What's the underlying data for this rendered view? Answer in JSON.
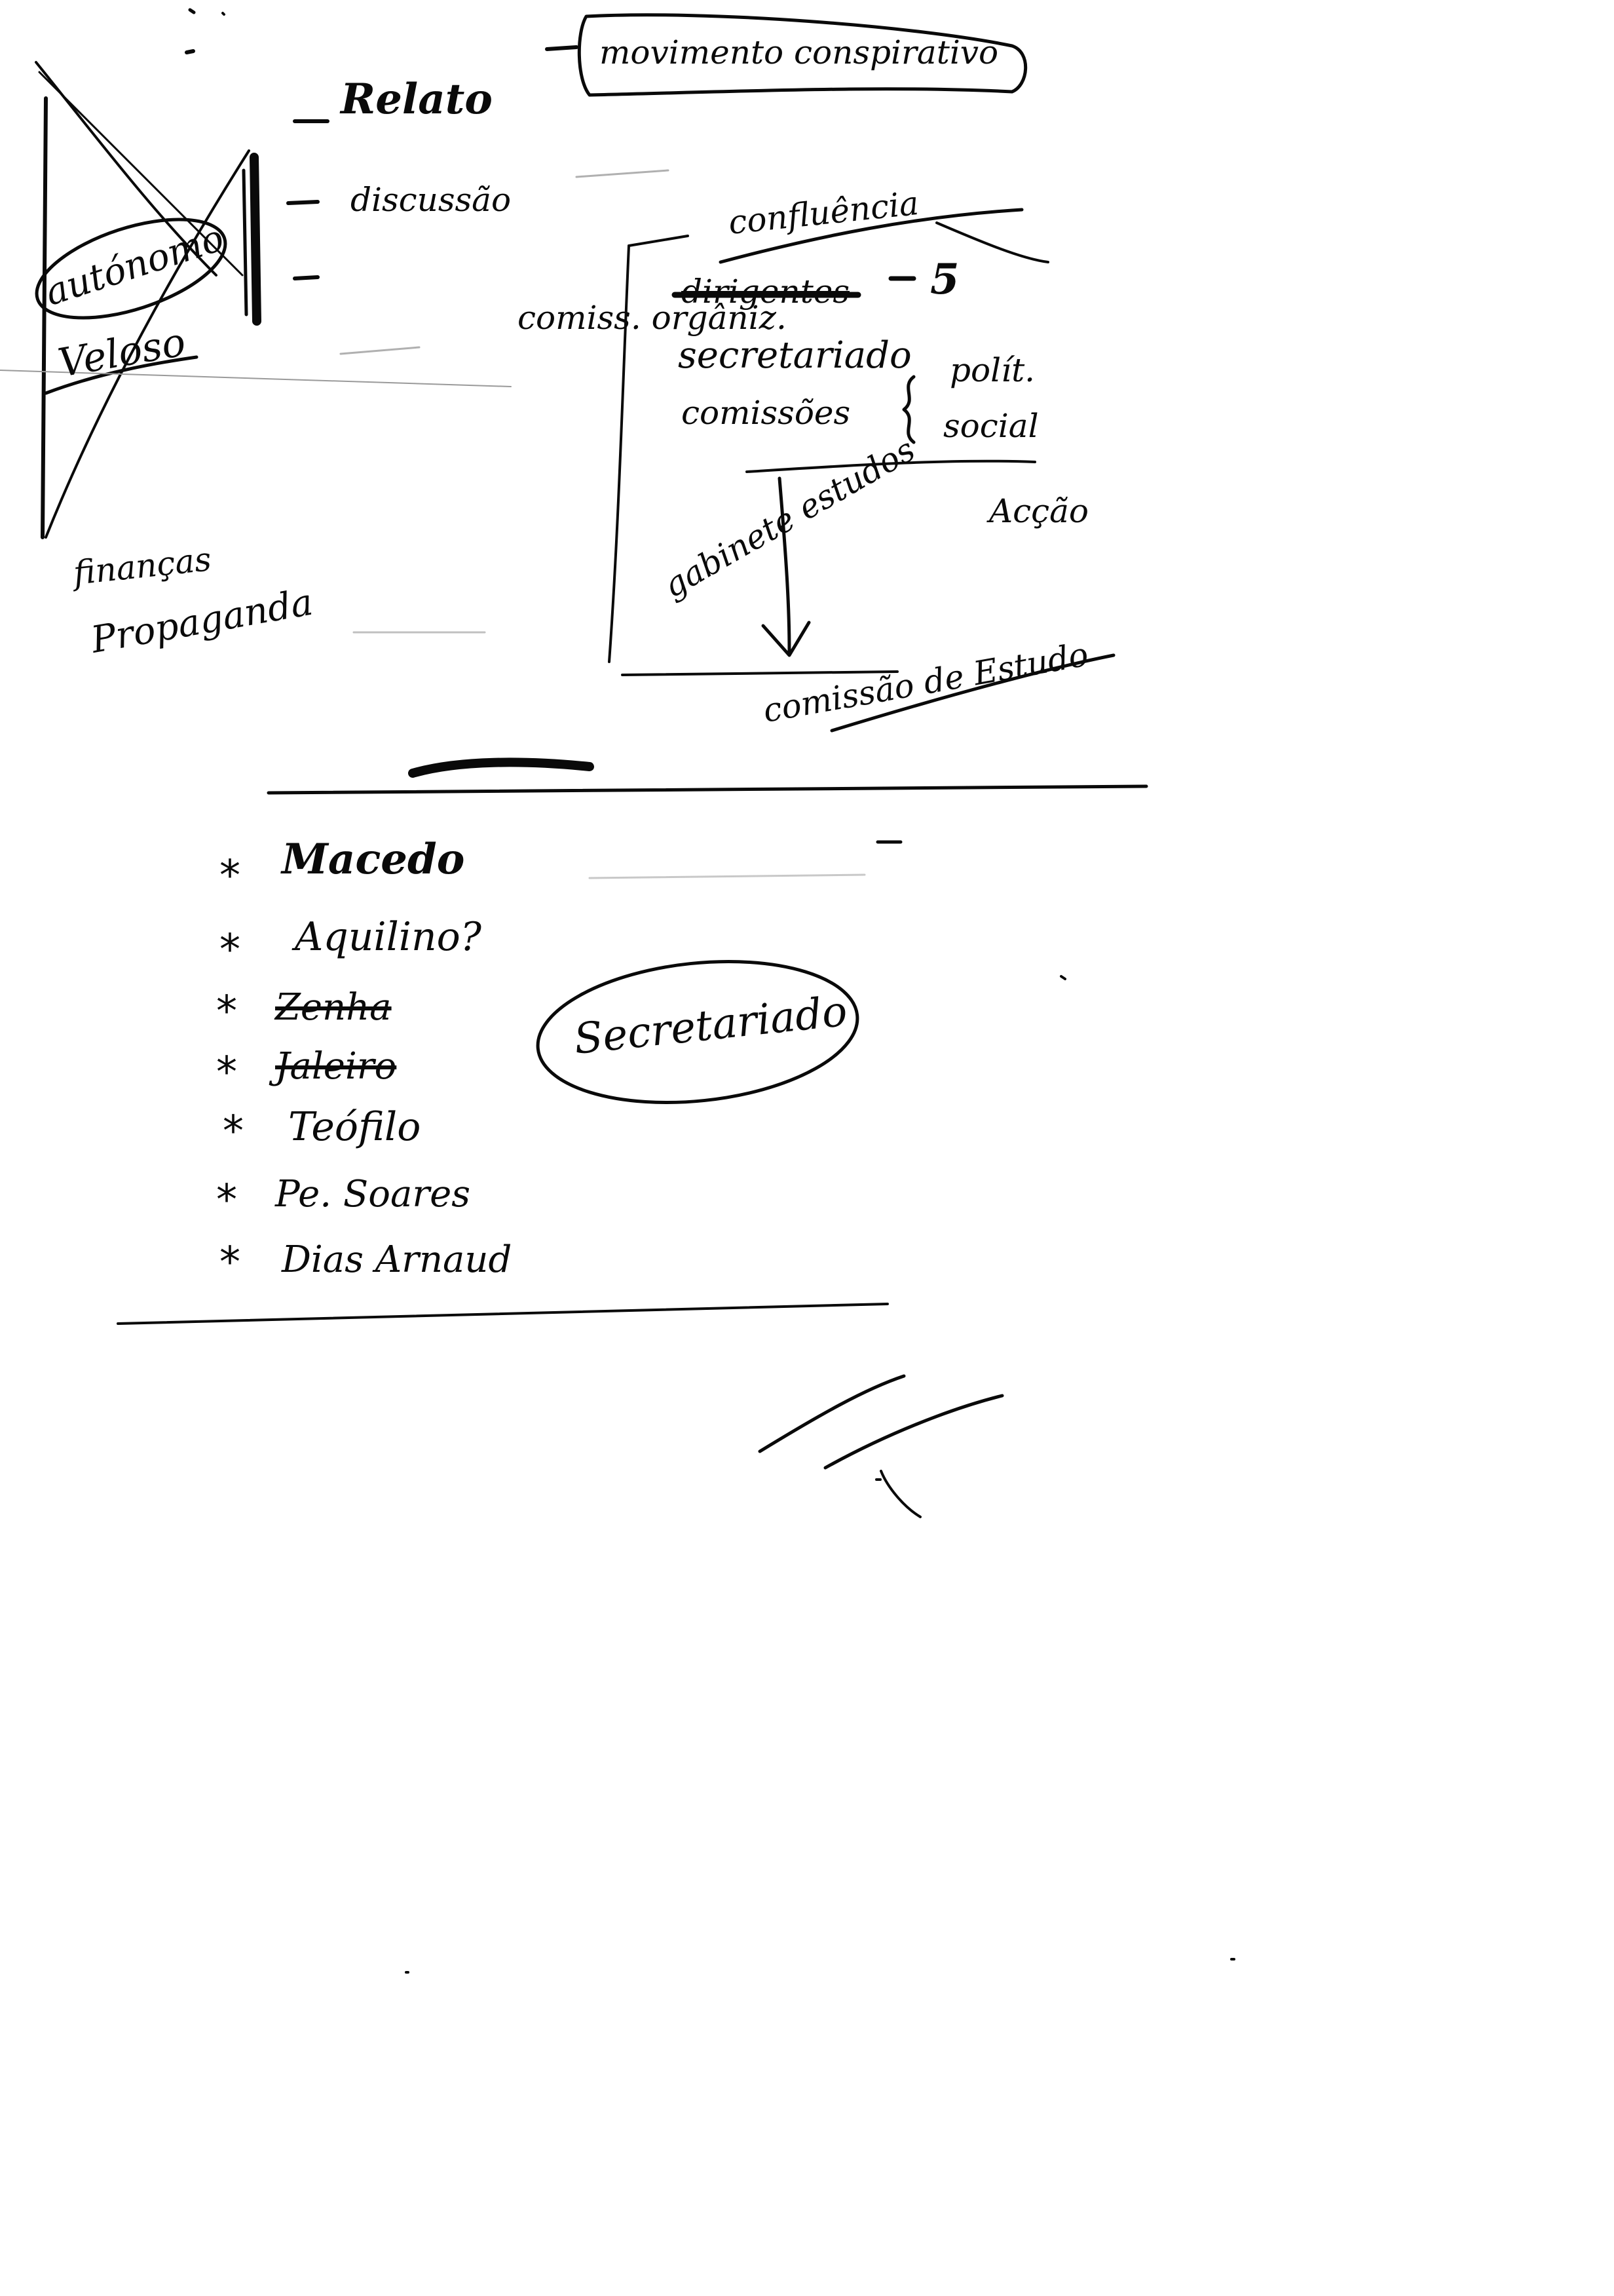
{
  "left_column": {
    "relato": "Relato",
    "discussao": "discussão",
    "autonomo": "autónomo",
    "veloso": "Veloso",
    "financas": "finanças",
    "propaganda": "Propaganda"
  },
  "right_column": {
    "movimento": "movimento conspirativo",
    "confluencia": "confluência",
    "dirigentes": "dirigentes",
    "number": "5",
    "comissao": "comiss. orgâniz.",
    "secretariado": "secretariado",
    "polit": "polít.",
    "comissoes": "comissões",
    "social": "social",
    "gabinete": "gabinete estudos",
    "accao": "Acção",
    "comissao_estado": "comissão de Estudo"
  },
  "names_list": {
    "items": [
      {
        "text": "Macedo",
        "struck": false
      },
      {
        "text": "Aquilino?",
        "struck": false
      },
      {
        "text": "Zenha",
        "struck": true
      },
      {
        "text": "Jaleiro",
        "struck": true
      },
      {
        "text": "Teófilo",
        "struck": false
      },
      {
        "text": "Pe. Soares",
        "struck": false
      },
      {
        "text": "Dias Arnaud",
        "struck": false
      }
    ],
    "bullet": "*"
  },
  "secretariado_box": "Secretariado"
}
